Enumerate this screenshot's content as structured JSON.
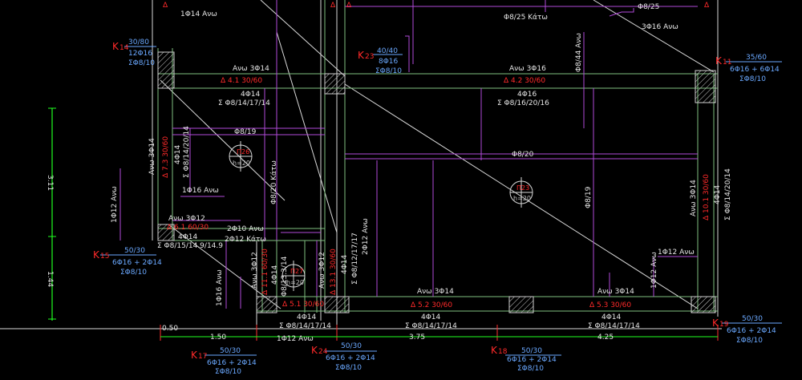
{
  "columns": {
    "k14": {
      "tag": "K",
      "num": "14",
      "size": "30/80",
      "bars": "12Φ16",
      "stirrups": "ΣΦ8/10"
    },
    "k23": {
      "tag": "K",
      "num": "23",
      "size": "40/40",
      "bars": "8Φ16",
      "stirrups": "ΣΦ8/10"
    },
    "k11": {
      "tag": "K",
      "num": "11",
      "size": "35/60",
      "bars": "6Φ16 + 6Φ14",
      "stirrups": "ΣΦ8/10"
    },
    "k15": {
      "tag": "K",
      "num": "15",
      "size": "50/30",
      "bars": "6Φ16 + 2Φ14",
      "stirrups": "ΣΦ8/10"
    },
    "k19": {
      "tag": "K",
      "num": "19",
      "size": "50/30",
      "bars": "6Φ16 + 2Φ14",
      "stirrups": "ΣΦ8/10"
    },
    "k17": {
      "tag": "K",
      "num": "17",
      "size": "50/30",
      "bars": "6Φ16 + 2Φ14",
      "stirrups": "ΣΦ8/10"
    },
    "k24": {
      "tag": "K",
      "num": "24",
      "size": "50/30",
      "bars": "6Φ16 + 2Φ14",
      "stirrups": "ΣΦ8/10"
    },
    "k18": {
      "tag": "K",
      "num": "18",
      "size": "50/30",
      "bars": "6Φ16 + 2Φ14",
      "stirrups": "ΣΦ8/10"
    }
  },
  "beams": {
    "b41": {
      "top": "Ανω 3Φ14",
      "id": "Δ 4.1  30/60",
      "bottom": "4Φ14",
      "stirrups": "Σ Φ8/14/17/14"
    },
    "b42": {
      "top": "Ανω 3Φ16",
      "id": "Δ 4.2  30/60",
      "bottom": "4Φ16",
      "stirrups": "Σ Φ8/16/20/16"
    },
    "b52": {
      "top": "Ανω 3Φ14",
      "id": "Δ 5.2  30/60",
      "bottom": "4Φ14",
      "stirrups": "Σ Φ8/14/17/14"
    },
    "b53": {
      "top": "Ανω 3Φ14",
      "id": "Δ 5.3  30/60",
      "bottom": "4Φ14",
      "stirrups": "Σ Φ8/14/17/14"
    },
    "b51": {
      "id": "Δ 5.1  30/60",
      "bottom": "4Φ14",
      "stirrups": "Σ Φ8/14/17/14"
    },
    "b61": {
      "top": "Ανω 3Φ12",
      "id": "Δ 6.1  60/30",
      "bottom": "4Φ14",
      "stirrups": "Σ Φ8/15/14.9/14.9"
    },
    "b73": {
      "top": "Ανω 3Φ14",
      "id": "Δ 7.3  30/60",
      "bottom": "4Φ14",
      "stirrups": "Σ Φ8/14/20/14"
    },
    "b101": {
      "top": "Ανω 3Φ14",
      "id": "Δ 10.1  30/60",
      "bottom": "4Φ14",
      "stirrups": "Σ Φ8/14/20/14"
    },
    "b111": {
      "top": "Ανω 3Φ12",
      "id": "Δ 11.1  60/30",
      "bottom": "4Φ14"
    },
    "b131": {
      "top": "Ανω 3Φ12",
      "id": "Δ 13.1  30/60",
      "bottom": "4Φ14",
      "stirrups": "Σ Φ8/12/17/17"
    }
  },
  "slabs": {
    "p26": {
      "id": "Π26",
      "h": "h=20"
    },
    "p23": {
      "id": "Π23",
      "h": "h=20"
    },
    "p27": {
      "id": "Π27",
      "h": "h=20"
    }
  },
  "rebar": {
    "r1": "Φ8/25 Κάτω",
    "r2": "Φ8/25",
    "r3": "3Φ16 Ανω",
    "r4": "Φ8/44 Ανω",
    "r5": "1Φ14 Ανω",
    "r6": "Φ8/19",
    "r7": "Φ8/20",
    "r8": "Φ8/20 Κάτω",
    "r9": "Φ8/19",
    "r10": "1Φ16 Ανω",
    "r11": "1Φ12 Ανω",
    "r12": "2Φ10 Ανω",
    "r13": "2Φ12 Κάτω",
    "r14": "2Φ12 Ανω",
    "r15": "1Φ12 Ανω",
    "r16": "1Φ12 Ανω",
    "r17": "1Φ16 Ανω",
    "r18": "Φ8/13.3/14",
    "r19": "1Φ12 Ανω"
  },
  "dims": {
    "v1": "3.11",
    "v2": "1.44",
    "h1": "0.50",
    "h2": "1.50",
    "h3": "3.75",
    "h4": "4.25"
  },
  "top_marks": {
    "t1": "Δ",
    "t2": "Δ",
    "t3": "Δ",
    "t4": "Δ"
  }
}
